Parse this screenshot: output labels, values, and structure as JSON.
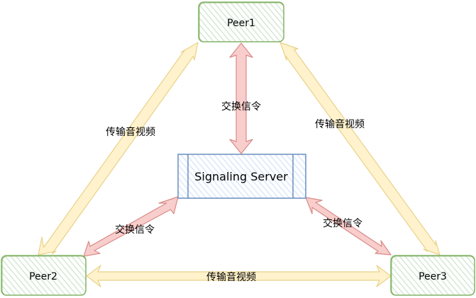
{
  "diagram": {
    "nodes": {
      "peer1": {
        "label": "Peer1"
      },
      "peer2": {
        "label": "Peer2"
      },
      "peer3": {
        "label": "Peer3"
      },
      "server": {
        "label": "Signaling Server"
      }
    },
    "edges": {
      "peer1_peer2": {
        "label": "传输音视频"
      },
      "peer1_peer3": {
        "label": "传输音视频"
      },
      "peer2_peer3": {
        "label": "传输音视频"
      },
      "peer1_server": {
        "label": "交换信令"
      },
      "server_peer2": {
        "label": "交换信令"
      },
      "server_peer3": {
        "label": "交换信令"
      }
    },
    "colors": {
      "peer_fill": "#d5e8d4",
      "peer_stroke": "#82b366",
      "server_fill": "#dae8fc",
      "server_stroke": "#6c8ebf",
      "media_arrow_fill": "#fff2cc",
      "media_arrow_stroke": "#d6b656",
      "signal_arrow_fill": "#f8cecc",
      "signal_arrow_stroke": "#b85450"
    }
  }
}
